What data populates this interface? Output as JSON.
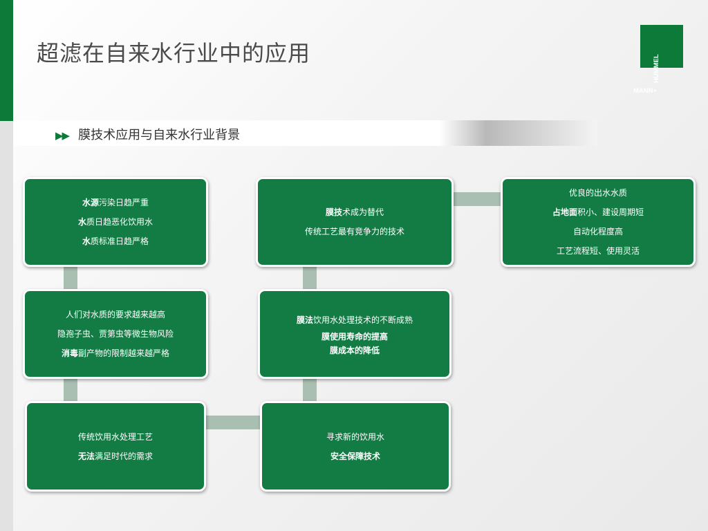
{
  "title": "超滤在自来水行业中的应用",
  "logo": {
    "line1": "HUMMEL",
    "line2": "MANN+"
  },
  "section": {
    "arrows": "▶▶",
    "title": "膜技术应用与自来水行业背景"
  },
  "boxes": {
    "b1": {
      "l1b": "水源",
      "l1": "污染日趋严重",
      "l2b": "水",
      "l2": "质日趋恶化饮用水",
      "l3b": "水",
      "l3": "质标准日趋严格"
    },
    "b2": {
      "l1b": "膜技",
      "l1": "术成为替代",
      "l2": "传统工艺最有竞争力的技术"
    },
    "b3": {
      "l1": "优良的出水水质",
      "l2b": "占地面",
      "l2": "积小、建设周期短",
      "l3": "自动化程度高",
      "l4": "工艺流程短、使用灵活"
    },
    "b4": {
      "l1": "人们对水质的要求越来越高",
      "l2": "隐孢子虫、贾第虫等微生物风险",
      "l3b": "消毒",
      "l3": "副产物的限制越来越严格"
    },
    "b5": {
      "l1b": "膜法",
      "l1": "饮用水处理技术的不断成熟",
      "l2": "膜使用寿命的提高",
      "l3": "膜成本的降低"
    },
    "b6": {
      "l1": "传统饮用水处理工艺",
      "l2b": "无法",
      "l2": "满足时代的需求"
    },
    "b7": {
      "l1": "寻求新的饮用水",
      "l2": "安全保障技术"
    }
  },
  "colors": {
    "green": "#137c44",
    "accent": "#0e7a3a",
    "connector": "#a9bfb1"
  }
}
